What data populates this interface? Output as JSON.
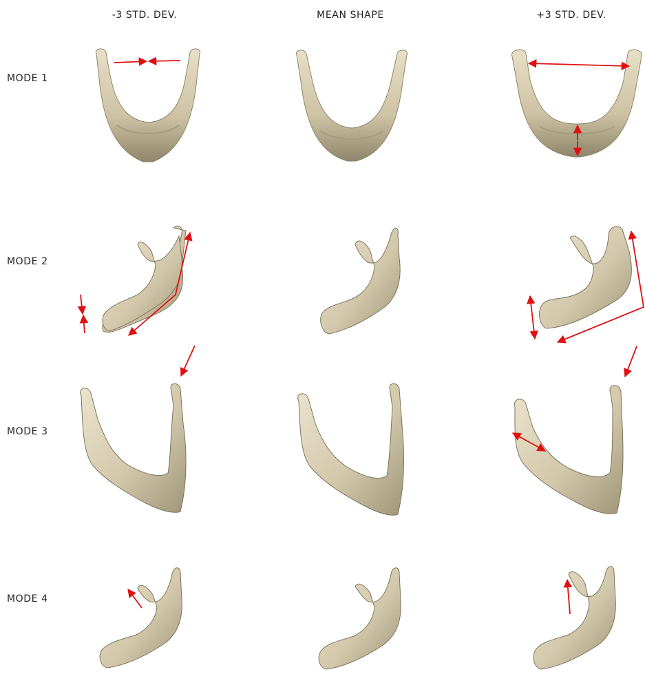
{
  "columns": [
    {
      "label": "-3 STD. DEV."
    },
    {
      "label": "MEAN SHAPE"
    },
    {
      "label": "+3 STD. DEV."
    }
  ],
  "rows": [
    {
      "label": "MODE 1"
    },
    {
      "label": "MODE 2"
    },
    {
      "label": "MODE 3"
    },
    {
      "label": "MODE 4"
    }
  ],
  "colors": {
    "bone_fill": "#d8cfb4",
    "bone_shade": "#a69c80",
    "bone_dark": "#7c735d",
    "arrow": "#e01010",
    "text": "#222222"
  }
}
